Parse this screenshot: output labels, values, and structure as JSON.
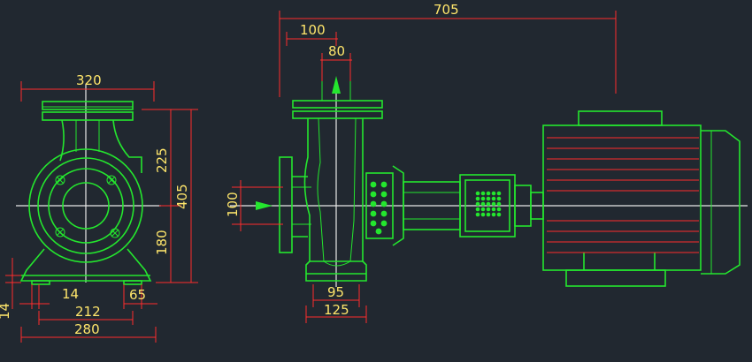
{
  "colors": {
    "background": "#212830",
    "outline": "#24e62e",
    "dimension_line": "#ff2d2d",
    "dimension_text": "#ffe66b",
    "center_line": "#e8e8e8"
  },
  "front_view": {
    "width_320": "320",
    "height_225": "225",
    "height_405": "405",
    "height_180": "180",
    "foot_14_a": "14",
    "foot_14_b": "14",
    "foot_65": "65",
    "base_212": "212",
    "base_280": "280"
  },
  "side_view": {
    "overall_705": "705",
    "offset_100": "100",
    "outlet_80": "80",
    "inlet_100": "100",
    "base_95": "95",
    "base_125": "125"
  }
}
